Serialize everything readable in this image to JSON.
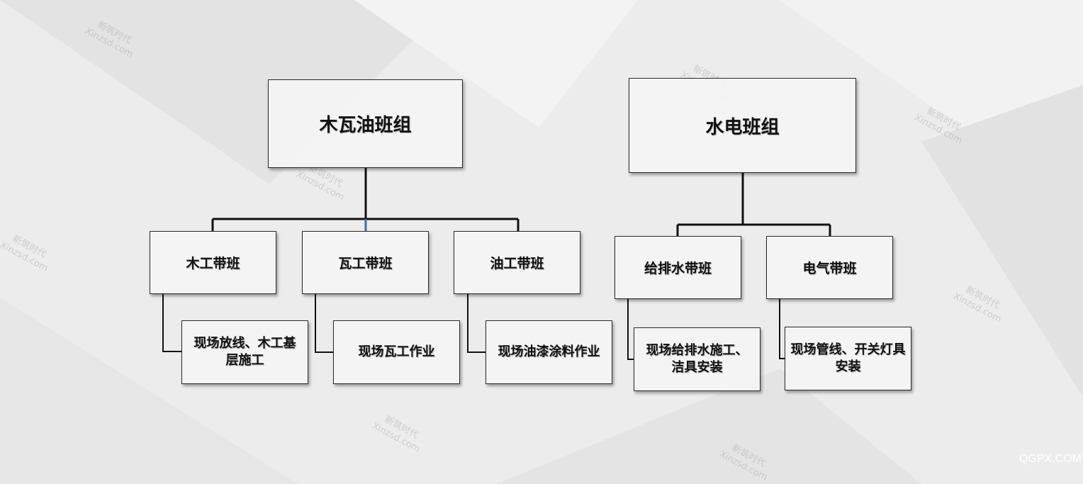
{
  "groups": [
    {
      "title": "木瓦油班组",
      "teams": [
        {
          "name": "木工带班",
          "task": "现场放线、木工基层施工"
        },
        {
          "name": "瓦工带班",
          "task": "现场瓦工作业"
        },
        {
          "name": "油工带班",
          "task": "现场油漆涂料作业"
        }
      ]
    },
    {
      "title": "水电班组",
      "teams": [
        {
          "name": "给排水带班",
          "task": "现场给排水施工、洁具安装"
        },
        {
          "name": "电气带班",
          "task": "现场管线、开关灯具安装"
        }
      ]
    }
  ],
  "watermark": {
    "line1": "新筑时代",
    "line2": "Xinzsd.com"
  },
  "corner_mark": "QGPX.COM"
}
